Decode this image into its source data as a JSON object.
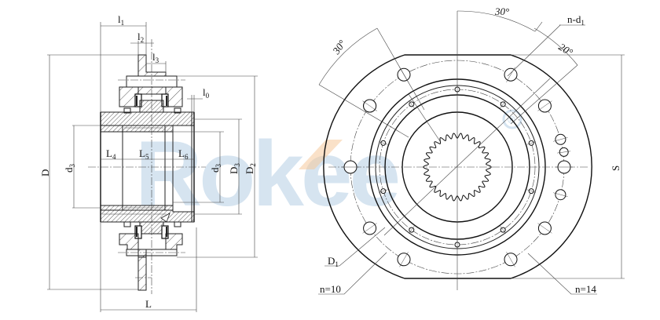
{
  "drawing": {
    "title": "Coupling assembly technical drawing",
    "watermark": {
      "text": "Rokee",
      "registered_mark": "®",
      "color": "#c9dcec",
      "accent_color": "#f5c89a"
    },
    "side_view": {
      "labels": {
        "l1": {
          "main": "l",
          "sub": "1"
        },
        "l2": {
          "main": "l",
          "sub": "2"
        },
        "l3": {
          "main": "l",
          "sub": "3"
        },
        "l0": {
          "main": "l",
          "sub": "0"
        },
        "D": {
          "main": "D"
        },
        "d3_left": {
          "main": "d",
          "sub": "3"
        },
        "L4": {
          "main": "L",
          "sub": "4"
        },
        "L5": {
          "main": "L",
          "sub": "5"
        },
        "L6": {
          "main": "L",
          "sub": "6"
        },
        "d3_right": {
          "main": "d",
          "sub": "3"
        },
        "D3": {
          "main": "D",
          "sub": "3"
        },
        "D2": {
          "main": "D",
          "sub": "2"
        },
        "L": {
          "main": "L"
        }
      }
    },
    "front_view": {
      "labels": {
        "angle_top": "30°",
        "angle_left": "30°",
        "angle_right": "20°",
        "n_d1": {
          "main": "n-d",
          "sub": "1"
        },
        "D1": {
          "main": "D",
          "sub": "1"
        },
        "n10": "n=10",
        "n14": "n=14",
        "S": "S"
      },
      "spline_teeth": 30,
      "outer_bolt_holes": 14,
      "inner_bolt_holes": 10
    }
  }
}
